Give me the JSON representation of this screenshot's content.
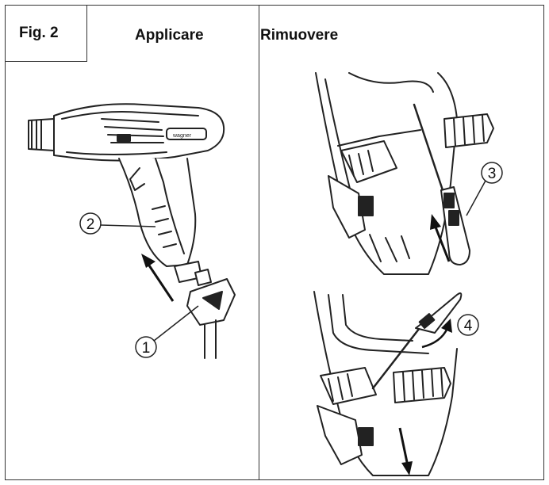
{
  "figure": {
    "label": "Fig. 2"
  },
  "sections": {
    "left_title": "Applicare",
    "right_title": "Rimuovere"
  },
  "callouts": [
    "1",
    "2",
    "3",
    "4"
  ]
}
